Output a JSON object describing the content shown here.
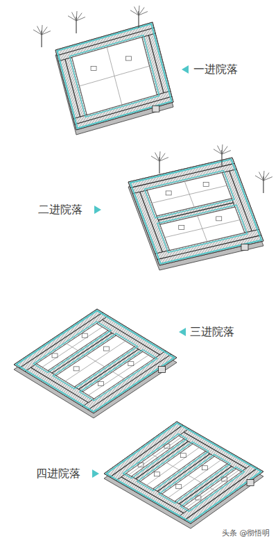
{
  "diagram": {
    "labels": [
      "一进院落",
      "二进院落",
      "三进院落",
      "四进院落",
      "头条 @彻悟明"
    ]
  }
}
